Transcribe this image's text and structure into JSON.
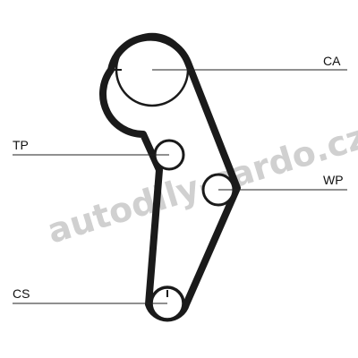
{
  "labels": {
    "ca": "CA",
    "tp": "TP",
    "wp": "WP",
    "cs": "CS"
  },
  "watermark": "autodily-cardo.cz",
  "colors": {
    "belt": "#1a1a1a",
    "line": "#222222",
    "watermark": "#cfcfcf",
    "background": "#ffffff"
  }
}
